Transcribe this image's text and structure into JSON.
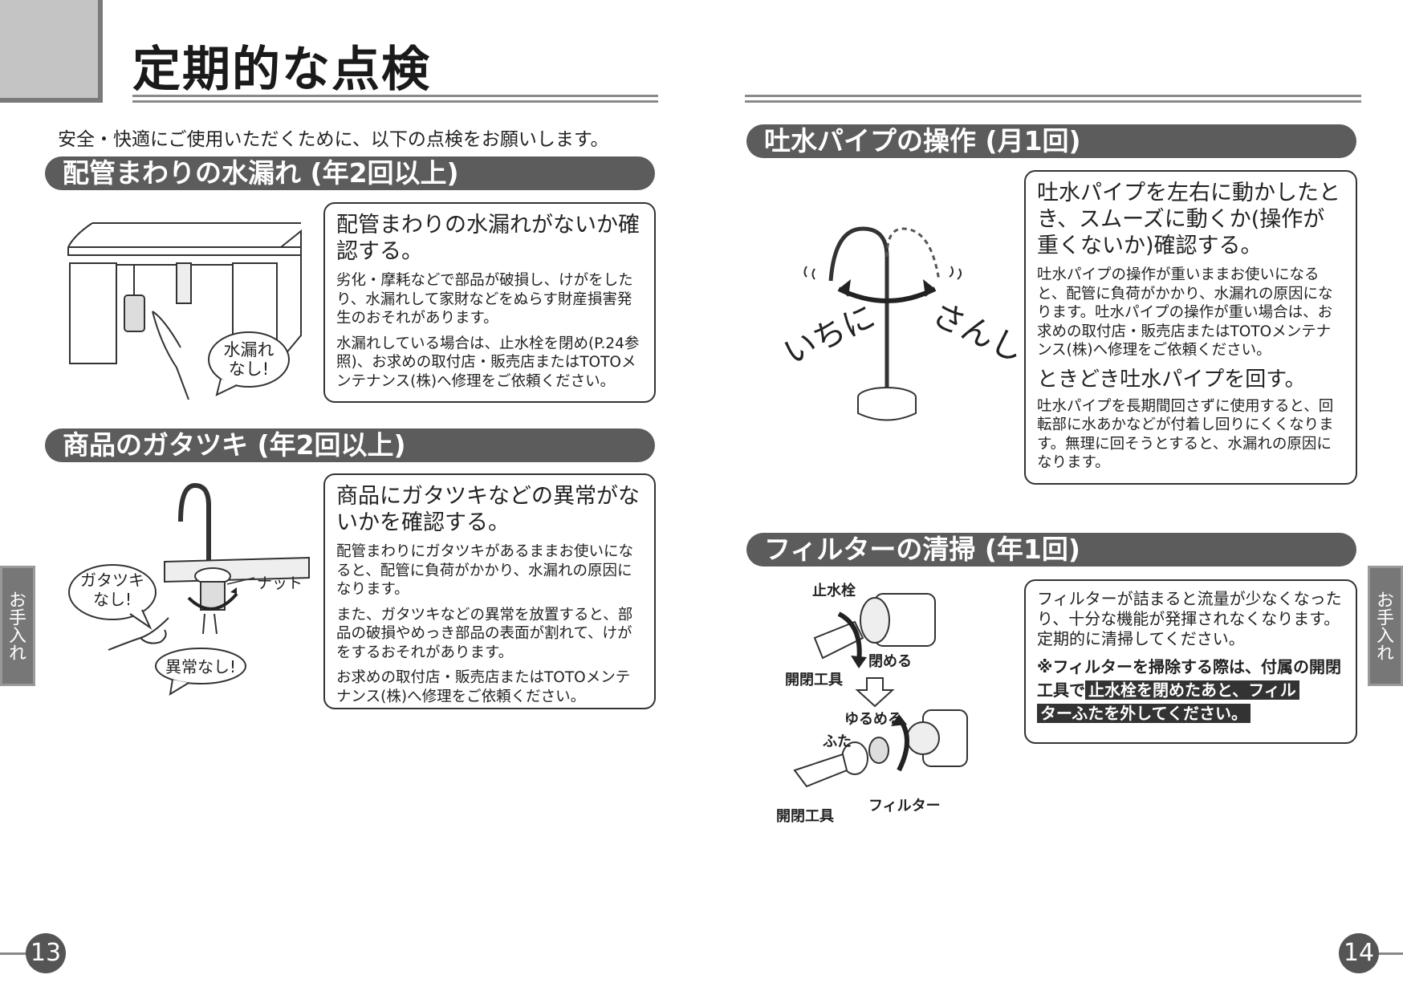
{
  "page_title": "定期的な点検",
  "intro": "安全・快適にご使用いただくために、以下の点検をお願いします。",
  "left_page": {
    "section1": {
      "heading": "配管まわりの水漏れ (年2回以上)",
      "box_head": "配管まわりの水漏れがないか確認する。",
      "para1": "劣化・摩耗などで部品が破損し、けがをしたり、水漏れして家財などをぬらす財産損害発生のおそれがあります。",
      "para2": "水漏れしている場合は、止水栓を閉め(P.24参照)、お求めの取付店・販売店またはTOTOメンテナンス(株)へ修理をご依頼ください。",
      "bubble": "水漏れ\nなし!"
    },
    "section2": {
      "heading": "商品のガタツキ (年2回以上)",
      "box_head": "商品にガタツキなどの異常がないかを確認する。",
      "para1": "配管まわりにガタツキがあるままお使いになると、配管に負荷がかかり、水漏れの原因になります。",
      "para2": "また、ガタツキなどの異常を放置すると、部品の破損やめっき部品の表面が割れて、けがをするおそれがあります。",
      "para3": "お求めの取付店・販売店またはTOTOメンテナンス(株)へ修理をご依頼ください。",
      "bubble1": "ガタツキ\nなし!",
      "bubble2": "異常なし!",
      "nut_label": "ナット"
    },
    "side_tab": "お手入れ",
    "page_number": "13"
  },
  "right_page": {
    "section3": {
      "heading": "吐水パイプの操作 (月1回)",
      "box_head": "吐水パイプを左右に動かしたとき、スムーズに動くか(操作が重くないか)確認する。",
      "para1": "吐水パイプの操作が重いままお使いになると、配管に負荷がかかり、水漏れの原因になります。吐水パイプの操作が重い場合は、お求めの取付店・販売店またはTOTOメンテナンス(株)へ修理をご依頼ください。",
      "head2": "ときどき吐水パイプを回す。",
      "para2": "吐水パイプを長期間回さずに使用すると、回転部に水あかなどが付着し回りにくくなります。無理に回そうとすると、水漏れの原因になります。",
      "count_left": "いちに",
      "count_right": "さんし"
    },
    "section4": {
      "heading": "フィルターの清掃 (年1回)",
      "para1": "フィルターが詰まると流量が少なくなったり、十分な機能が発揮されなくなります。定期的に清掃してください。",
      "note_prefix": "※フィルターを掃除する際は、付属の開閉工具で",
      "note_highlight1": "止水栓を閉めたあと、フィル",
      "note_highlight2": "ターふたを外してください。",
      "labels": {
        "valve": "止水栓",
        "close": "閉める",
        "tool1": "開閉工具",
        "loosen": "ゆるめる",
        "cap": "ふた",
        "tool2": "開閉工具",
        "filter": "フィルター"
      }
    },
    "side_tab": "お手入れ",
    "page_number": "14"
  }
}
